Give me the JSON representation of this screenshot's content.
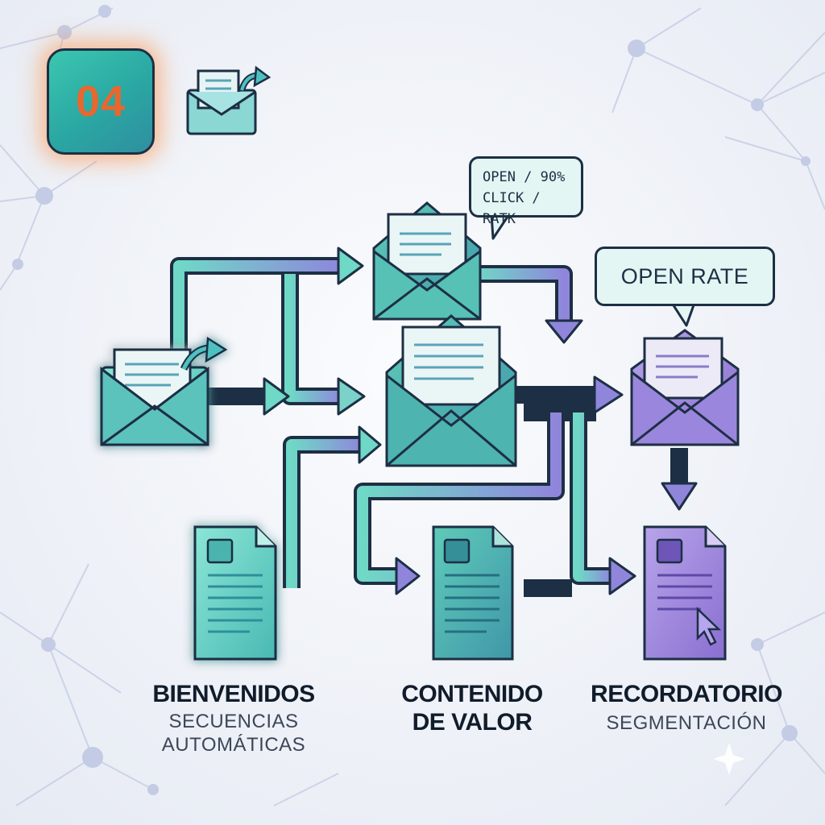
{
  "step_badge": {
    "number": "04"
  },
  "stats_bubble": {
    "line1": "OPEN / 90%",
    "line2": "CLICK / RATK"
  },
  "rate_bubble": {
    "label": "OPEN RATE"
  },
  "columns": [
    {
      "title": "BIENVENIDOS",
      "subtitle_line1": "SECUENCIAS",
      "subtitle_line2": "AUTOMÁTICAS"
    },
    {
      "title_line1": "CONTENIDO",
      "title_line2": "DE VALOR"
    },
    {
      "title": "RECORDATORIO",
      "subtitle": "SEGMENTACIÓN"
    }
  ],
  "colors": {
    "teal": "#3cc6b0",
    "teal_light": "#7fe0d0",
    "purple": "#8f79d6",
    "outline": "#1d2f44",
    "badge_number": "#e8672f",
    "badge_glow": "#ff8c3c"
  },
  "icons": [
    "envelope-send-icon",
    "open-envelope-icon",
    "document-icon",
    "cursor-arrow-icon",
    "sparkle-icon"
  ]
}
